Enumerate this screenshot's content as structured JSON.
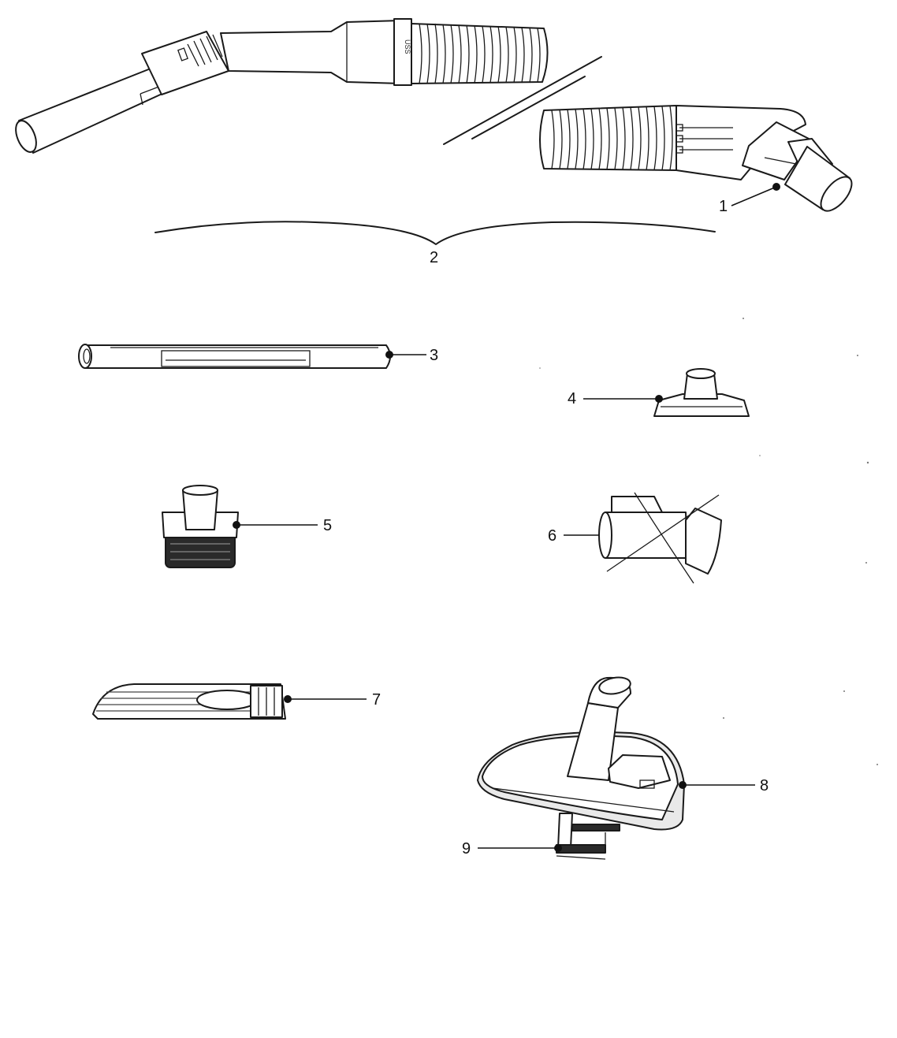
{
  "callouts": [
    {
      "id": "1",
      "label": "1"
    },
    {
      "id": "2",
      "label": "2"
    },
    {
      "id": "3",
      "label": "3"
    },
    {
      "id": "4",
      "label": "4"
    },
    {
      "id": "5",
      "label": "5"
    },
    {
      "id": "6",
      "label": "6"
    },
    {
      "id": "7",
      "label": "7"
    },
    {
      "id": "8",
      "label": "8"
    },
    {
      "id": "9",
      "label": "9"
    }
  ],
  "handle_marking": "USS",
  "colors": {
    "ink": "#1a1a1a",
    "background": "#ffffff",
    "shade": "#e9e9e9"
  }
}
